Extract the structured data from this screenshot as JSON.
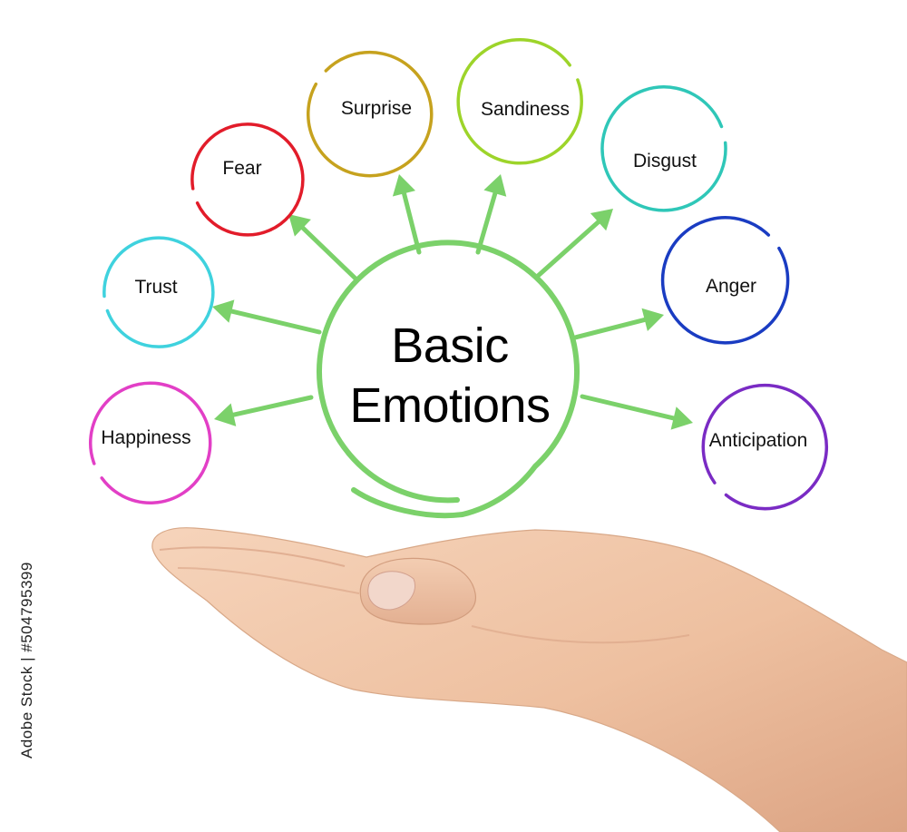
{
  "center": {
    "line1": "Basic",
    "line2": "Emotions"
  },
  "emotions": [
    {
      "label": "Happiness",
      "color": "#e23fc6"
    },
    {
      "label": "Trust",
      "color": "#3fd2de"
    },
    {
      "label": "Fear",
      "color": "#e21c2a"
    },
    {
      "label": "Surprise",
      "color": "#c6a21e"
    },
    {
      "label": "Sandiness",
      "color": "#9dd42a"
    },
    {
      "label": "Disgust",
      "color": "#2fc7b8"
    },
    {
      "label": "Anger",
      "color": "#1a3cc2"
    },
    {
      "label": "Anticipation",
      "color": "#7a2bc4"
    }
  ],
  "colors": {
    "center_ring": "#7bd16a",
    "arrows": "#7bd16a",
    "skin": "#efc3a3"
  },
  "watermark": "Adobe Stock | #504795399"
}
